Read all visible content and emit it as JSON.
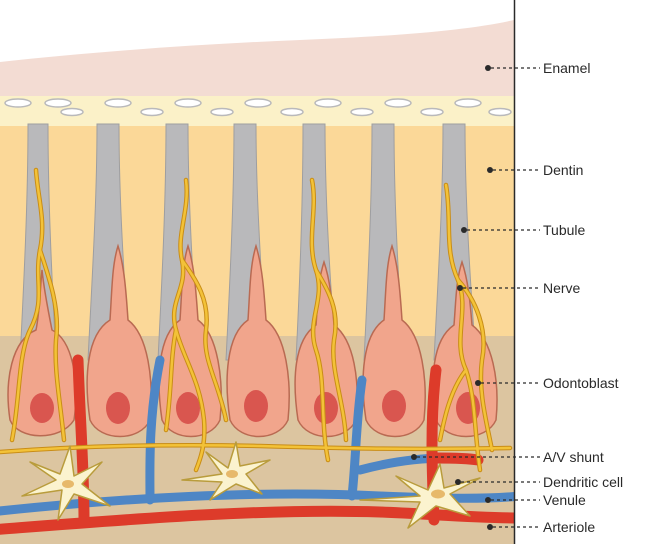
{
  "labels": {
    "enamel": "Enamel",
    "dentin": "Dentin",
    "tubule": "Tubule",
    "nerve": "Nerve",
    "odontoblast": "Odontoblast",
    "av_shunt": "A/V shunt",
    "dendritic_cell": "Dendritic cell",
    "venule": "Venule",
    "arteriole": "Arteriole"
  },
  "colors": {
    "enamel": "#f3dcd3",
    "dentin": "#fbd898",
    "predentin": "#fbf1c8",
    "tubule": "#b9b9bb",
    "pulp": "#dcc5a0",
    "odontoblast": "#f1a58c",
    "nucleus": "#d9564f",
    "nerve": "#f3c238",
    "artery": "#dd3b2a",
    "vein": "#4e86c5",
    "dendritic": "#fbf3cf"
  }
}
